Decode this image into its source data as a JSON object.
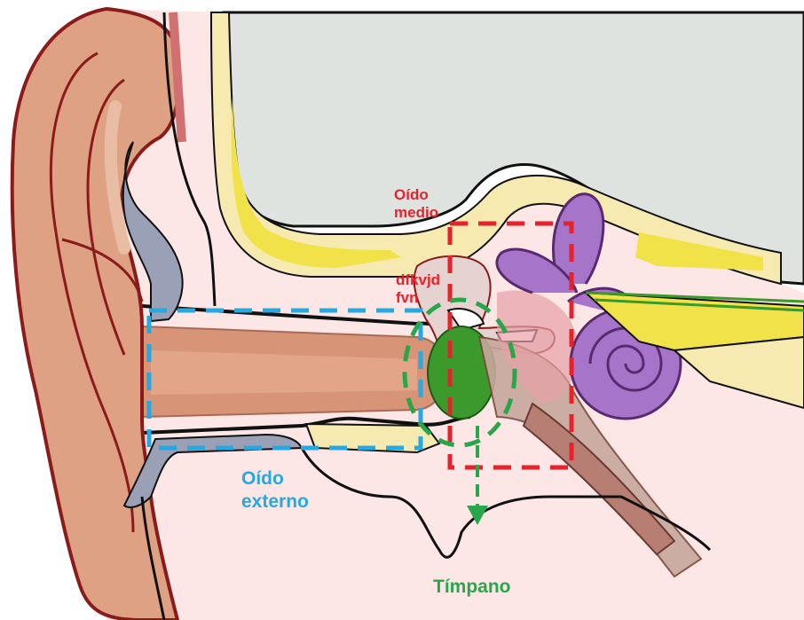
{
  "labels": {
    "oido_medio_line1": "Oído",
    "oido_medio_line2": "medio",
    "middle_text_line1": "dfkvjd",
    "middle_text_line2": "fvn",
    "oido_externo_line1": "Oído",
    "oido_externo_line2": "externo",
    "timpano": "Tímpano"
  },
  "colors": {
    "oido_medio": "#e8222b",
    "oido_externo": "#26a9e0",
    "timpano": "#2aa64a",
    "cochlea": "#9b59b6",
    "brain": "#dfe3df",
    "skin": "#fce6e6",
    "bone": "#f7eab0"
  }
}
